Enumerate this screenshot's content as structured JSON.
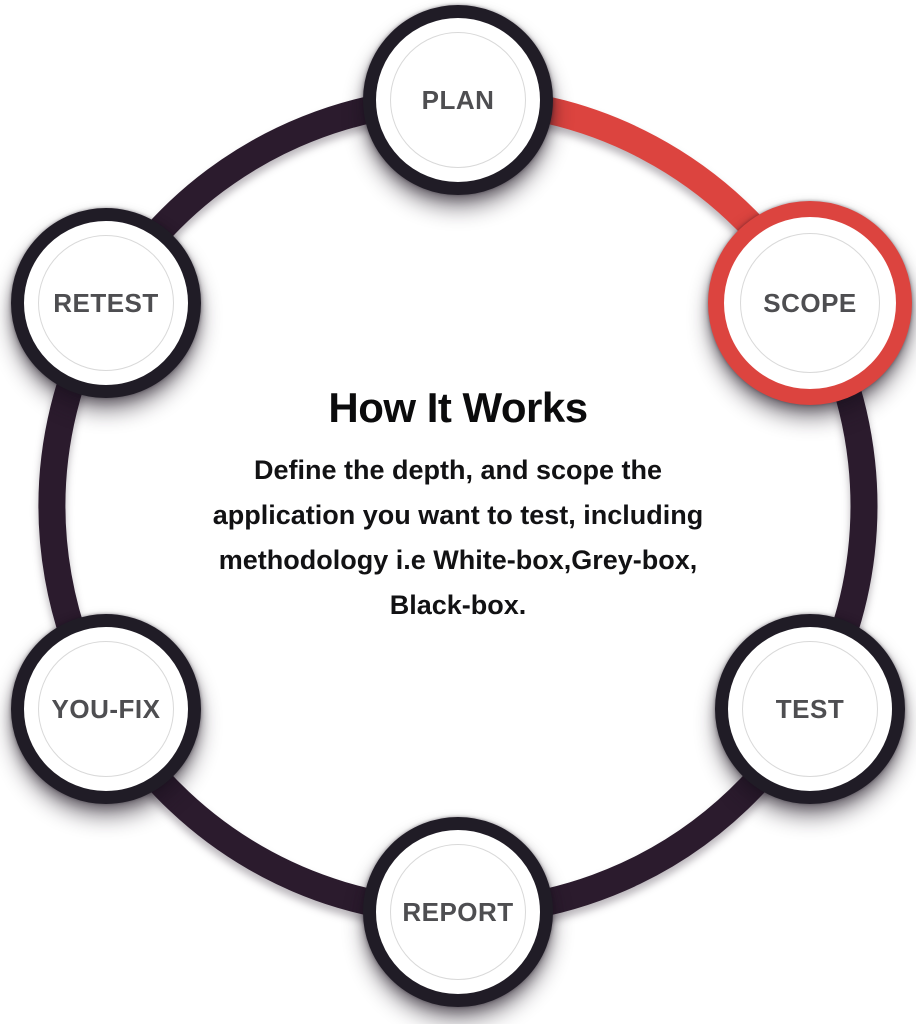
{
  "title": "How It Works",
  "description": "Define the depth, and scope the\napplication you want to test, including\nmethodology i.e White-box,Grey-box,\nBlack-box.",
  "steps": [
    {
      "label": "PLAN",
      "active": false
    },
    {
      "label": "SCOPE",
      "active": true
    },
    {
      "label": "TEST",
      "active": false
    },
    {
      "label": "REPORT",
      "active": false
    },
    {
      "label": "YOU-FIX",
      "active": false
    },
    {
      "label": "RETEST",
      "active": false
    }
  ],
  "colors": {
    "ring_dark": "#2b1b2d",
    "ring_active": "#dc443f",
    "node_border_dark": "#201c26",
    "inner_circle_color": "#d9d9d9",
    "label_color": "#4e4e51",
    "heading_color": "#0b0b0c",
    "body_color": "#121214"
  }
}
